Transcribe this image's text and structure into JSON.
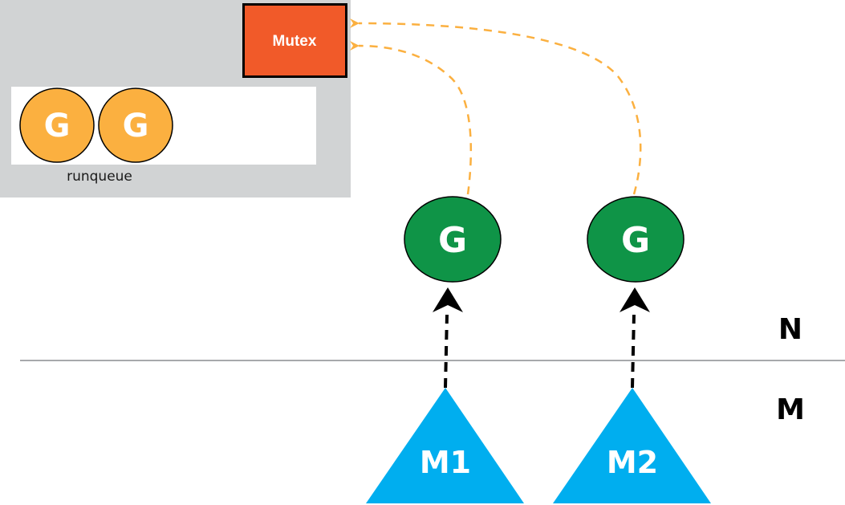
{
  "colors": {
    "panel_bg": "#d1d3d4",
    "runqueue_bg": "#ffffff",
    "mutex_fill": "#f15a29",
    "mutex_border": "#000000",
    "queued_goroutine": "#fbb040",
    "running_goroutine": "#0f9447",
    "machine": "#00aeef",
    "wait_arrow": "#fbb040",
    "run_arrow": "#000000",
    "divider": "#a7a9ac"
  },
  "scheduler_panel": {
    "mutex_label": "Mutex",
    "runqueue_label": "runqueue",
    "queued_goroutines": [
      {
        "label": "G"
      },
      {
        "label": "G"
      }
    ]
  },
  "running_goroutines": [
    {
      "label": "G",
      "waits_on": "Mutex"
    },
    {
      "label": "G",
      "waits_on": "Mutex"
    }
  ],
  "machines": [
    {
      "label": "M1"
    },
    {
      "label": "M2"
    }
  ],
  "layers": {
    "top": "N",
    "bottom": "M"
  }
}
